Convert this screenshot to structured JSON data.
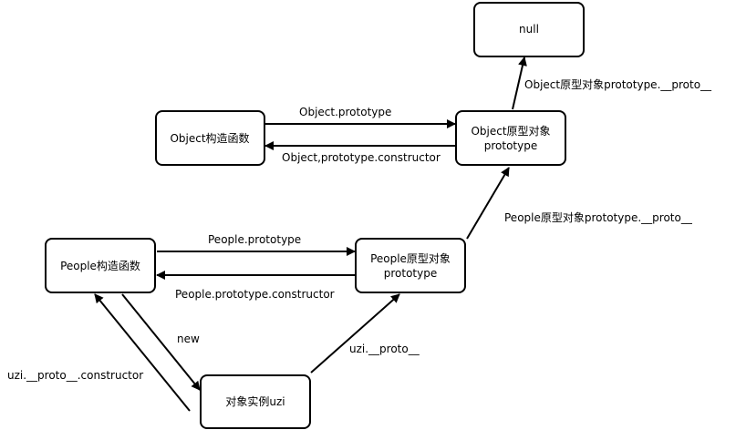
{
  "nodes": {
    "null_node": {
      "label": "null"
    },
    "object_constructor": {
      "label": "Object构造函数"
    },
    "object_prototype": {
      "line1": "Object原型对象",
      "line2": "prototype"
    },
    "people_constructor": {
      "label": "People构造函数"
    },
    "people_prototype": {
      "line1": "People原型对象",
      "line2": "prototype"
    },
    "instance_uzi": {
      "label": "对象实例uzi"
    }
  },
  "edges": {
    "object_prototype_link": "Object.prototype",
    "object_constructor_link": "Object,prototype.constructor",
    "object_proto_to_null": "Object原型对象prototype.__proto__",
    "people_proto_to_object_proto": "People原型对象prototype.__proto__",
    "people_prototype_link": "People.prototype",
    "people_constructor_link": "People.prototype.constructor",
    "new_link": "new",
    "uzi_proto_link": "uzi.__proto__",
    "uzi_constructor_link": "uzi.__proto__.constructor"
  },
  "colors": {
    "stroke": "#000000",
    "fill": "#ffffff",
    "text": "#000000"
  }
}
